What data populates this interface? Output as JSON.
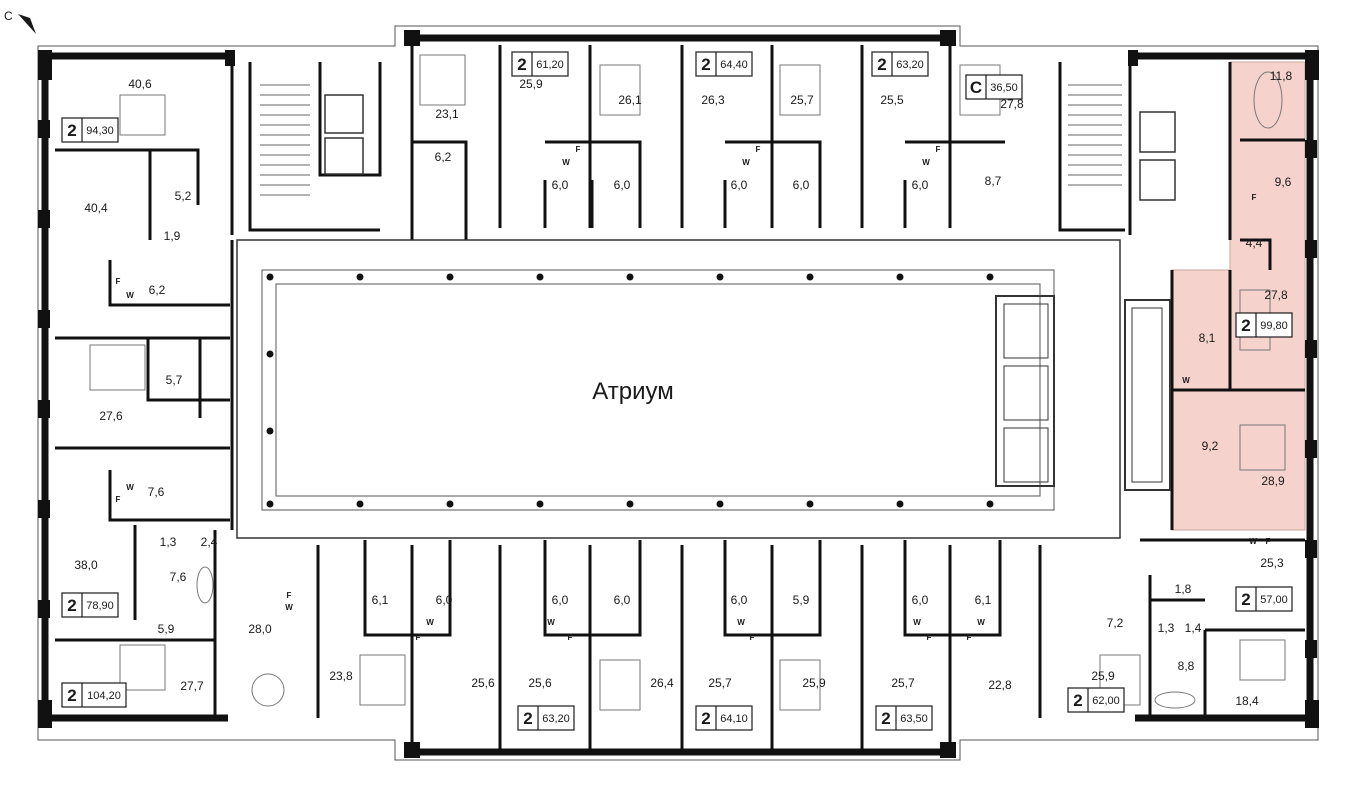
{
  "compass": {
    "label": "С"
  },
  "atrium": {
    "label": "Атриум"
  },
  "highlight_color": "#f6d2cc",
  "apartments": [
    {
      "id": "apt-94-30",
      "rooms": "2",
      "area": "94,30"
    },
    {
      "id": "apt-61-20",
      "rooms": "2",
      "area": "61,20"
    },
    {
      "id": "apt-64-40",
      "rooms": "2",
      "area": "64,40"
    },
    {
      "id": "apt-63-20-top",
      "rooms": "2",
      "area": "63,20"
    },
    {
      "id": "apt-36-50",
      "rooms": "С",
      "area": "36,50"
    },
    {
      "id": "apt-99-80",
      "rooms": "2",
      "area": "99,80"
    },
    {
      "id": "apt-78-90",
      "rooms": "2",
      "area": "78,90"
    },
    {
      "id": "apt-57-00",
      "rooms": "2",
      "area": "57,00"
    },
    {
      "id": "apt-104-20",
      "rooms": "2",
      "area": "104,20"
    },
    {
      "id": "apt-63-20-bottom",
      "rooms": "2",
      "area": "63,20"
    },
    {
      "id": "apt-64-10",
      "rooms": "2",
      "area": "64,10"
    },
    {
      "id": "apt-63-50",
      "rooms": "2",
      "area": "63,50"
    },
    {
      "id": "apt-62-00",
      "rooms": "2",
      "area": "62,00"
    }
  ],
  "room_areas": [
    "40,6",
    "40,4",
    "5,2",
    "1,9",
    "6,2",
    "27,6",
    "5,7",
    "7,6",
    "38,0",
    "1,3",
    "2,4",
    "7,6",
    "5,9",
    "27,7",
    "23,1",
    "6,2",
    "25,9",
    "6,0",
    "6,0",
    "26,1",
    "26,3",
    "6,0",
    "6,0",
    "25,7",
    "25,5",
    "6,0",
    "27,8",
    "8,7",
    "11,8",
    "9,6",
    "4,4",
    "27,8",
    "8,1",
    "9,2",
    "28,9",
    "25,3",
    "1,8",
    "1,3",
    "1,4",
    "8,8",
    "18,4",
    "7,2",
    "25,9",
    "22,8",
    "6,1",
    "6,0",
    "6,0",
    "6,0",
    "6,0",
    "5,9",
    "6,0",
    "6,1",
    "28,0",
    "23,8",
    "25,6",
    "25,6",
    "26,4",
    "25,7",
    "25,9",
    "25,7"
  ],
  "utility_labels": {
    "washer": "W",
    "fridge": "F"
  }
}
